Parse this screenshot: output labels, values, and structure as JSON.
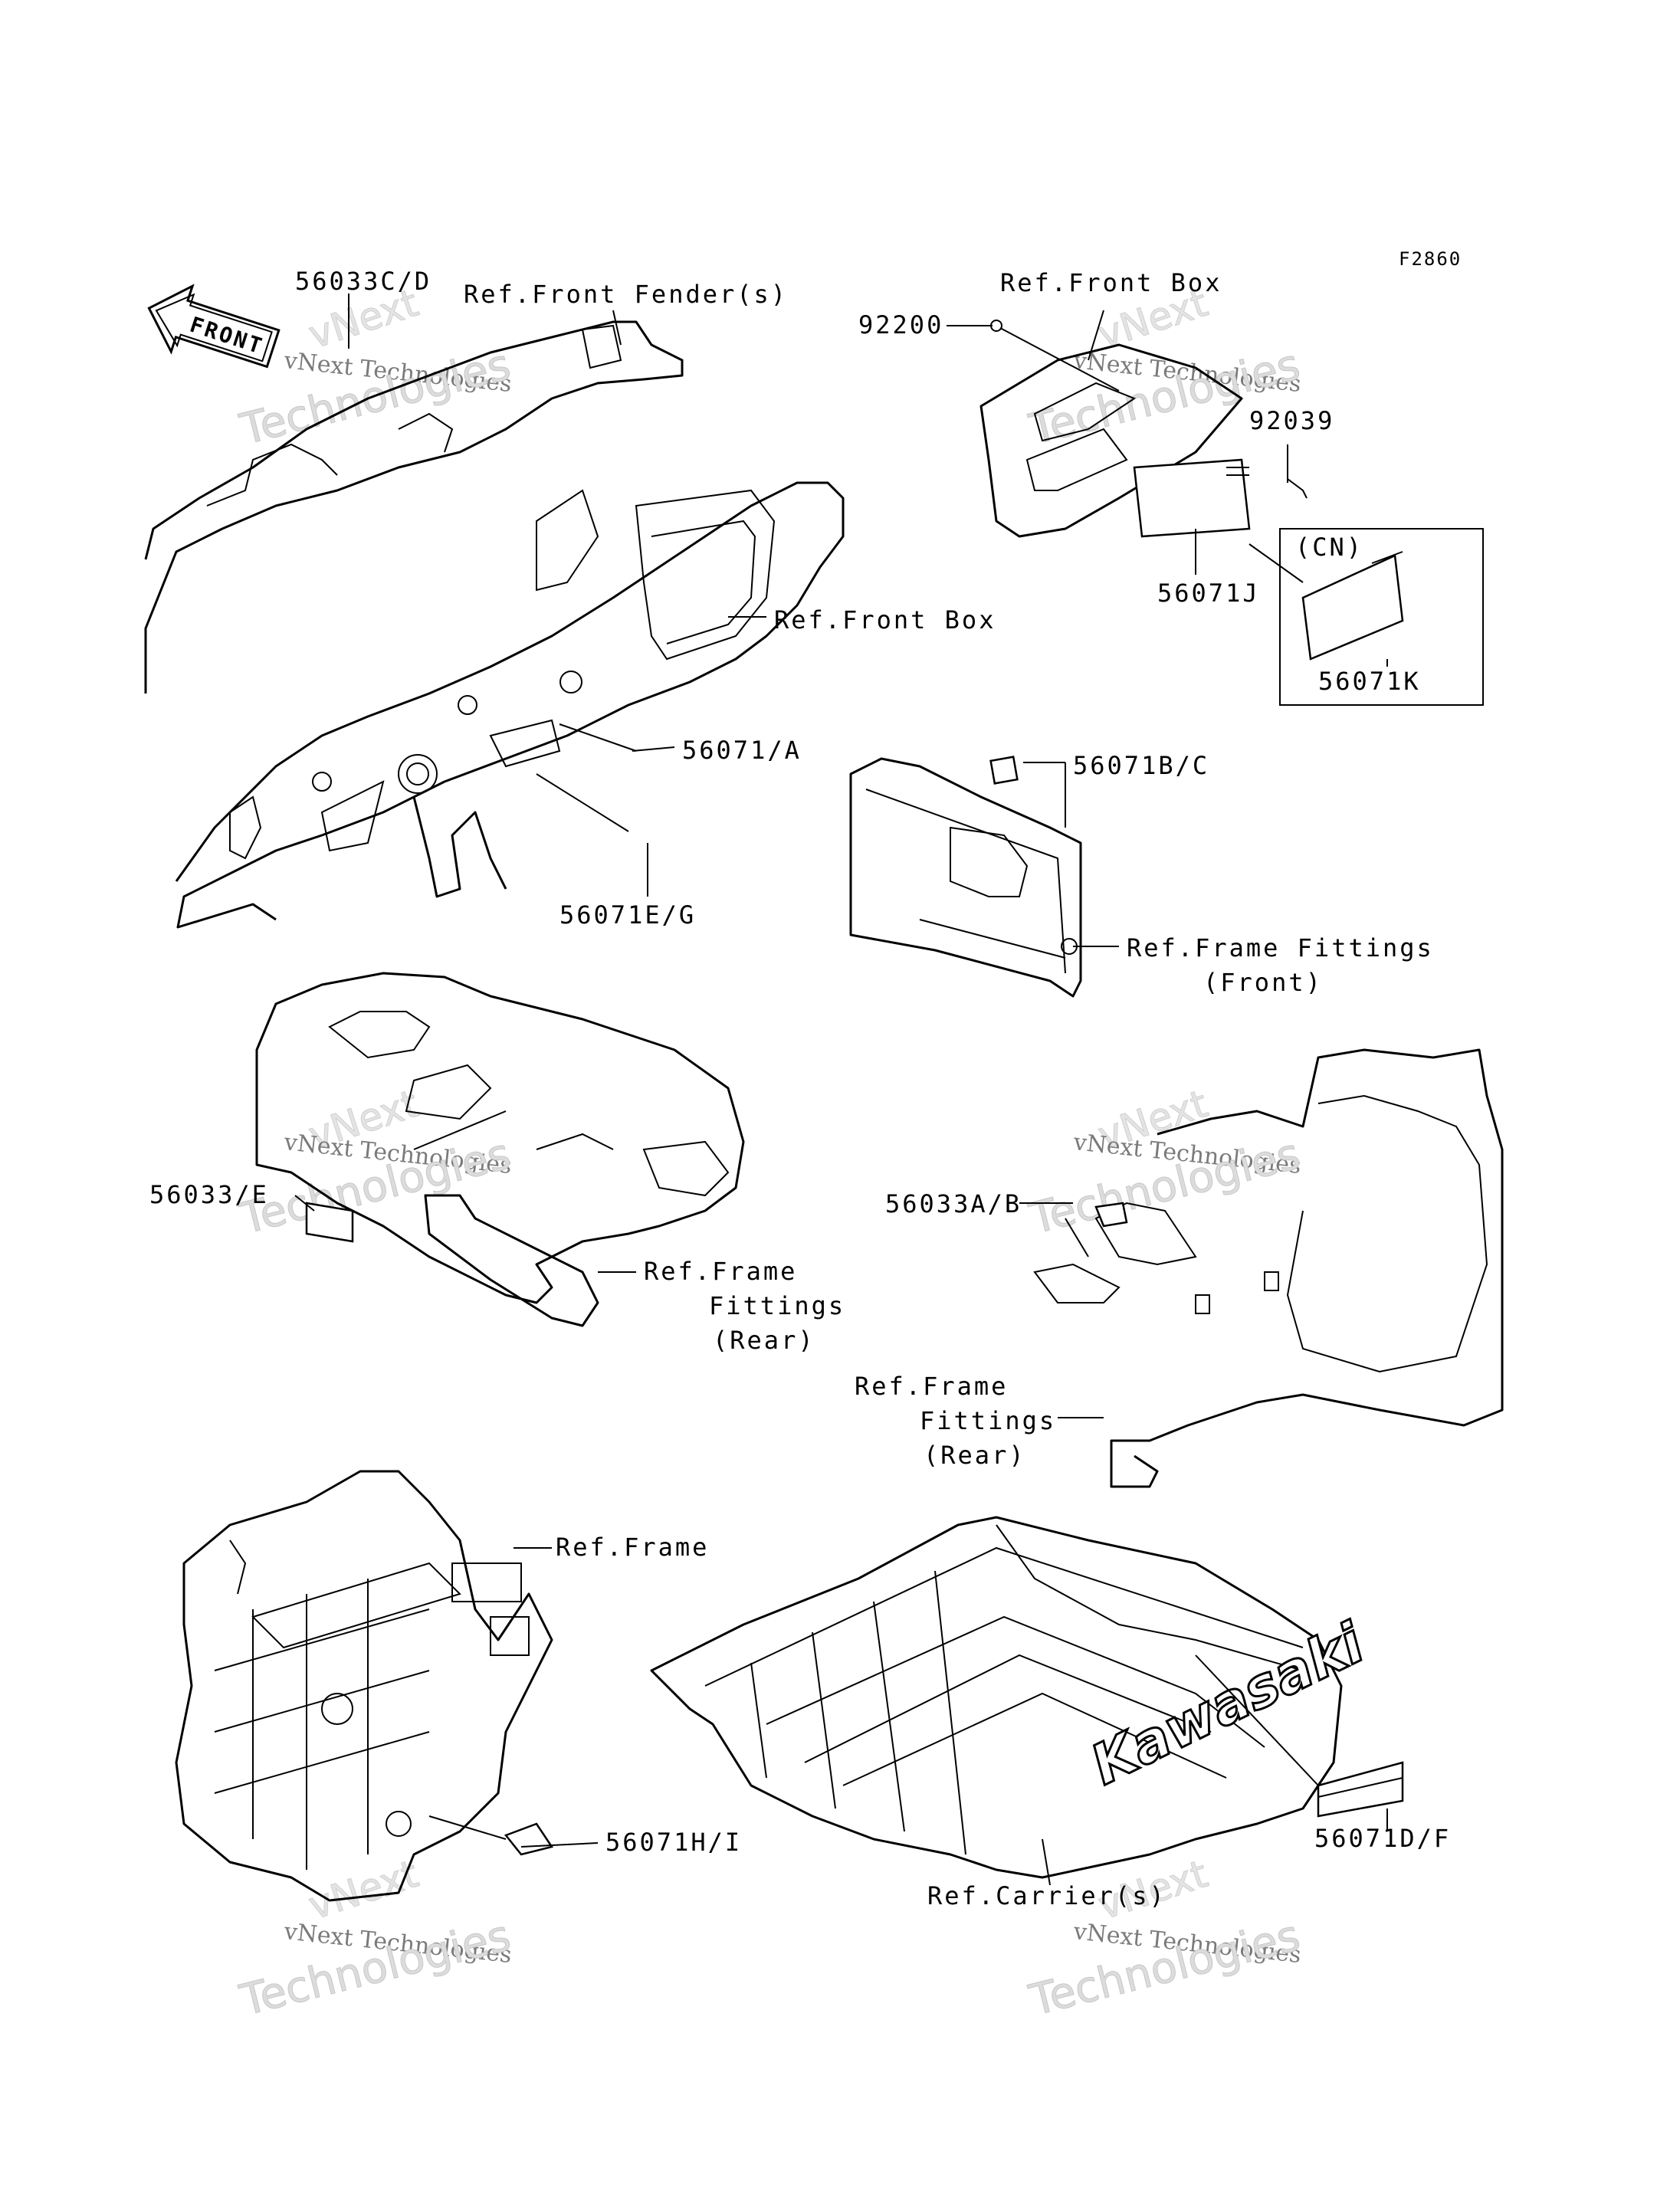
{
  "figure_code": "F2860",
  "front_arrow": "FRONT",
  "brand_mark": "Kawasaki",
  "cn_box_label": "(CN)",
  "watermark": {
    "line1": "vNext Technologies",
    "line2": "Technologies",
    "line0": "vNext"
  },
  "callouts": {
    "c56033cd": "56033C/D",
    "ref_front_fender": "Ref.Front Fender(s)",
    "ref_front_box_top": "Ref.Front Box",
    "c92200": "92200",
    "c92039": "92039",
    "c56071j": "56071J",
    "c56071k": "56071K",
    "ref_front_box_mid": "Ref.Front Box",
    "c56071a": "56071/A",
    "c56071eg": "56071E/G",
    "c56071bc": "56071B/C",
    "ref_frame_fittings_front_1": "Ref.Frame Fittings",
    "ref_frame_fittings_front_2": "(Front)",
    "c56033e": "56033/E",
    "ref_frame_fittings_rear_l1": "Ref.Frame",
    "ref_frame_fittings_rear_l2": "Fittings",
    "ref_frame_fittings_rear_l3": "(Rear)",
    "c56033ab": "56033A/B",
    "ref_frame_fittings_rear_r1": "Ref.Frame",
    "ref_frame_fittings_rear_r2": "Fittings",
    "ref_frame_fittings_rear_r3": "(Rear)",
    "ref_frame": "Ref.Frame",
    "c56071hi": "56071H/I",
    "c56071df": "56071D/F",
    "ref_carriers": "Ref.Carrier(s)"
  }
}
